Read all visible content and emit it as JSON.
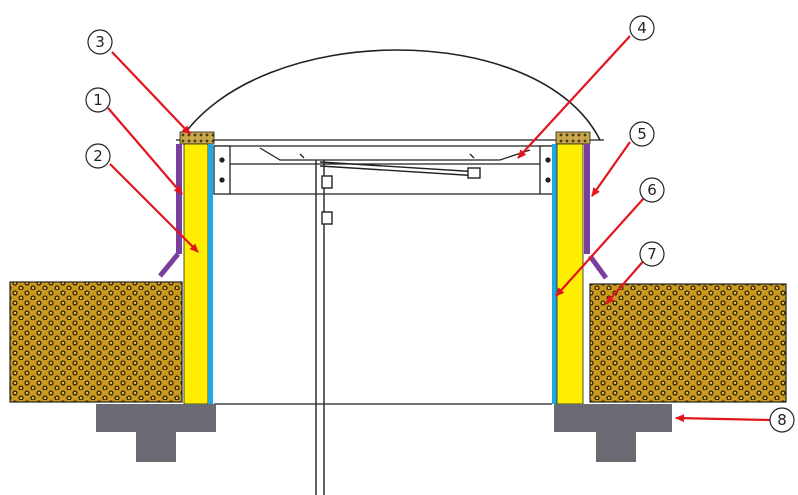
{
  "colors": {
    "insulation": "#c99a1e",
    "insulation_dots": "#3a2a08",
    "upstand_core": "#ffee00",
    "inner_lining": "#1fa9e0",
    "outer_flashing": "#7a3e9d",
    "foundation": "#6a6a72",
    "gasket": "#c8a84a",
    "arrow": "#e3141c",
    "line": "#222222"
  },
  "callouts": [
    {
      "label": "1"
    },
    {
      "label": "2"
    },
    {
      "label": "3"
    },
    {
      "label": "4"
    },
    {
      "label": "5"
    },
    {
      "label": "6"
    },
    {
      "label": "7"
    },
    {
      "label": "8"
    }
  ]
}
